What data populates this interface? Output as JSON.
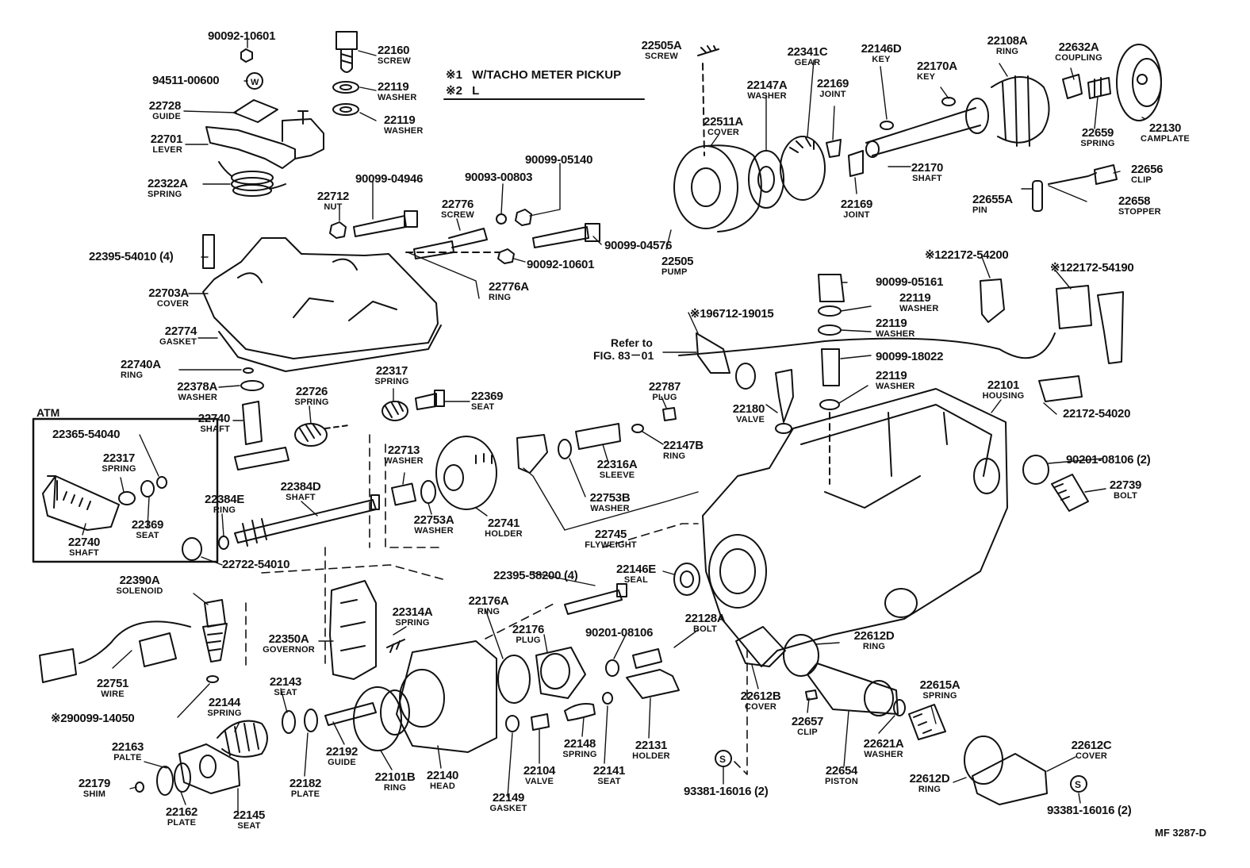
{
  "notes": [
    {
      "mark": "※1",
      "text": "W/TACHO METER PICKUP"
    },
    {
      "mark": "※2",
      "text": "L"
    }
  ],
  "atm_box": {
    "title": "ATM"
  },
  "reference": {
    "line1": "Refer to",
    "line2": "FIG. 83－01"
  },
  "diagram_code": "MF 3287-D",
  "colors": {
    "ink": "#111111",
    "paper": "#ffffff"
  },
  "parts": [
    {
      "id": "p01",
      "number": "90092-10601",
      "name": ""
    },
    {
      "id": "p02",
      "number": "94511-00600",
      "name": ""
    },
    {
      "id": "p03",
      "number": "22728",
      "name": "GUIDE"
    },
    {
      "id": "p04",
      "number": "22701",
      "name": "LEVER"
    },
    {
      "id": "p05",
      "number": "22322A",
      "name": "SPRING"
    },
    {
      "id": "p06",
      "number": "22160",
      "name": "SCREW"
    },
    {
      "id": "p07",
      "number": "22119",
      "name": "WASHER"
    },
    {
      "id": "p08",
      "number": "22119",
      "name": "WASHER"
    },
    {
      "id": "p09",
      "number": "22505A",
      "name": "SCREW"
    },
    {
      "id": "p10",
      "number": "22511A",
      "name": "COVER"
    },
    {
      "id": "p11",
      "number": "22147A",
      "name": "WASHER"
    },
    {
      "id": "p12",
      "number": "22341C",
      "name": "GEAR"
    },
    {
      "id": "p13",
      "number": "22169",
      "name": "JOINT"
    },
    {
      "id": "p14",
      "number": "22146D",
      "name": "KEY"
    },
    {
      "id": "p15",
      "number": "22170A",
      "name": "KEY"
    },
    {
      "id": "p16",
      "number": "22108A",
      "name": "RING"
    },
    {
      "id": "p17",
      "number": "22632A",
      "name": "COUPLING"
    },
    {
      "id": "p18",
      "number": "22659",
      "name": "SPRING"
    },
    {
      "id": "p19",
      "number": "22130",
      "name": "CAMPLATE"
    },
    {
      "id": "p20",
      "number": "22170",
      "name": "SHAFT"
    },
    {
      "id": "p21",
      "number": "22169",
      "name": "JOINT"
    },
    {
      "id": "p22",
      "number": "22505",
      "name": "PUMP"
    },
    {
      "id": "p23",
      "number": "22656",
      "name": "CLIP"
    },
    {
      "id": "p24",
      "number": "22655A",
      "name": "PIN"
    },
    {
      "id": "p25",
      "number": "22658",
      "name": "STOPPER"
    },
    {
      "id": "p26",
      "number": "90099-05140",
      "name": ""
    },
    {
      "id": "p27",
      "number": "90099-04946",
      "name": ""
    },
    {
      "id": "p28",
      "number": "90093-00803",
      "name": ""
    },
    {
      "id": "p29",
      "number": "22712",
      "name": "NUT"
    },
    {
      "id": "p30",
      "number": "22776",
      "name": "SCREW"
    },
    {
      "id": "p31",
      "number": "90099-04576",
      "name": ""
    },
    {
      "id": "p32",
      "number": "90092-10601",
      "name": ""
    },
    {
      "id": "p33",
      "number": "22776A",
      "name": "RING"
    },
    {
      "id": "p34",
      "number": "22395-54010 (4)",
      "name": ""
    },
    {
      "id": "p35",
      "number": "22703A",
      "name": "COVER"
    },
    {
      "id": "p36",
      "number": "22774",
      "name": "GASKET"
    },
    {
      "id": "p37",
      "number": "22740A",
      "name": "RING"
    },
    {
      "id": "p38",
      "number": "22378A",
      "name": "WASHER"
    },
    {
      "id": "p39",
      "number": "22317",
      "name": "SPRING"
    },
    {
      "id": "p40",
      "number": "22369",
      "name": "SEAT"
    },
    {
      "id": "p41",
      "number": "22726",
      "name": "SPRING"
    },
    {
      "id": "p42",
      "number": "22740",
      "name": "SHAFT"
    },
    {
      "id": "p43",
      "number": "22365-54040",
      "name": ""
    },
    {
      "id": "p44",
      "number": "22317",
      "name": "SPRING"
    },
    {
      "id": "p45",
      "number": "22369",
      "name": "SEAT"
    },
    {
      "id": "p46",
      "number": "22740",
      "name": "SHAFT"
    },
    {
      "id": "p47",
      "number": "22384E",
      "name": "RING"
    },
    {
      "id": "p48",
      "number": "22384D",
      "name": "SHAFT"
    },
    {
      "id": "p49",
      "number": "22722-54010",
      "name": ""
    },
    {
      "id": "p50",
      "number": "22713",
      "name": "WASHER"
    },
    {
      "id": "p51",
      "number": "22753A",
      "name": "WASHER"
    },
    {
      "id": "p52",
      "number": "22741",
      "name": "HOLDER"
    },
    {
      "id": "p53",
      "number": "22745",
      "name": "FLYWEIGHT"
    },
    {
      "id": "p54",
      "number": "22753B",
      "name": "WASHER"
    },
    {
      "id": "p55",
      "number": "22316A",
      "name": "SLEEVE"
    },
    {
      "id": "p56",
      "number": "22787",
      "name": "PLUG"
    },
    {
      "id": "p57",
      "number": "22147B",
      "name": "RING"
    },
    {
      "id": "p58",
      "number": "※122172-54200",
      "name": ""
    },
    {
      "id": "p59",
      "number": "※122172-54190",
      "name": ""
    },
    {
      "id": "p60",
      "number": "90099-05161",
      "name": ""
    },
    {
      "id": "p61",
      "number": "22119",
      "name": "WASHER"
    },
    {
      "id": "p62",
      "number": "22119",
      "name": "WASHER"
    },
    {
      "id": "p63",
      "number": "90099-18022",
      "name": ""
    },
    {
      "id": "p64",
      "number": "22119",
      "name": "WASHER"
    },
    {
      "id": "p65",
      "number": "※196712-19015",
      "name": ""
    },
    {
      "id": "p66",
      "number": "22180",
      "name": "VALVE"
    },
    {
      "id": "p67",
      "number": "22101",
      "name": "HOUSING"
    },
    {
      "id": "p68",
      "number": "22172-54020",
      "name": ""
    },
    {
      "id": "p69",
      "number": "90201-08106 (2)",
      "name": ""
    },
    {
      "id": "p70",
      "number": "22739",
      "name": "BOLT"
    },
    {
      "id": "p71",
      "number": "22390A",
      "name": "SOLENOID"
    },
    {
      "id": "p72",
      "number": "22751",
      "name": "WIRE"
    },
    {
      "id": "p73",
      "number": "※290099-14050",
      "name": ""
    },
    {
      "id": "p74",
      "number": "22350A",
      "name": "GOVERNOR"
    },
    {
      "id": "p75",
      "number": "22314A",
      "name": "SPRING"
    },
    {
      "id": "p76",
      "number": "22395-58200 (4)",
      "name": ""
    },
    {
      "id": "p77",
      "number": "22146E",
      "name": "SEAL"
    },
    {
      "id": "p78",
      "number": "22176A",
      "name": "RING"
    },
    {
      "id": "p79",
      "number": "22176",
      "name": "PLUG"
    },
    {
      "id": "p80",
      "number": "90201-08106",
      "name": ""
    },
    {
      "id": "p81",
      "number": "22128A",
      "name": "BOLT"
    },
    {
      "id": "p82",
      "number": "22612D",
      "name": "RING"
    },
    {
      "id": "p83",
      "number": "22143",
      "name": "SEAT"
    },
    {
      "id": "p84",
      "number": "22144",
      "name": "SPRING"
    },
    {
      "id": "p85",
      "number": "22163",
      "name": "PALTE"
    },
    {
      "id": "p86",
      "number": "22179",
      "name": "SHIM"
    },
    {
      "id": "p87",
      "number": "22162",
      "name": "PLATE"
    },
    {
      "id": "p88",
      "number": "22145",
      "name": "SEAT"
    },
    {
      "id": "p89",
      "number": "22182",
      "name": "PLATE"
    },
    {
      "id": "p90",
      "number": "22192",
      "name": "GUIDE"
    },
    {
      "id": "p91",
      "number": "22101B",
      "name": "RING"
    },
    {
      "id": "p92",
      "number": "22140",
      "name": "HEAD"
    },
    {
      "id": "p93",
      "number": "22149",
      "name": "GASKET"
    },
    {
      "id": "p94",
      "number": "22104",
      "name": "VALVE"
    },
    {
      "id": "p95",
      "number": "22148",
      "name": "SPRING"
    },
    {
      "id": "p96",
      "number": "22141",
      "name": "SEAT"
    },
    {
      "id": "p97",
      "number": "22131",
      "name": "HOLDER"
    },
    {
      "id": "p98",
      "number": "22612B",
      "name": "COVER"
    },
    {
      "id": "p99",
      "number": "22657",
      "name": "CLIP"
    },
    {
      "id": "p100",
      "number": "93381-16016 (2)",
      "name": ""
    },
    {
      "id": "p101",
      "number": "22654",
      "name": "PISTON"
    },
    {
      "id": "p102",
      "number": "22621A",
      "name": "WASHER"
    },
    {
      "id": "p103",
      "number": "22615A",
      "name": "SPRING"
    },
    {
      "id": "p104",
      "number": "22612C",
      "name": "COVER"
    },
    {
      "id": "p105",
      "number": "22612D",
      "name": "RING"
    },
    {
      "id": "p106",
      "number": "93381-16016 (2)",
      "name": ""
    }
  ]
}
